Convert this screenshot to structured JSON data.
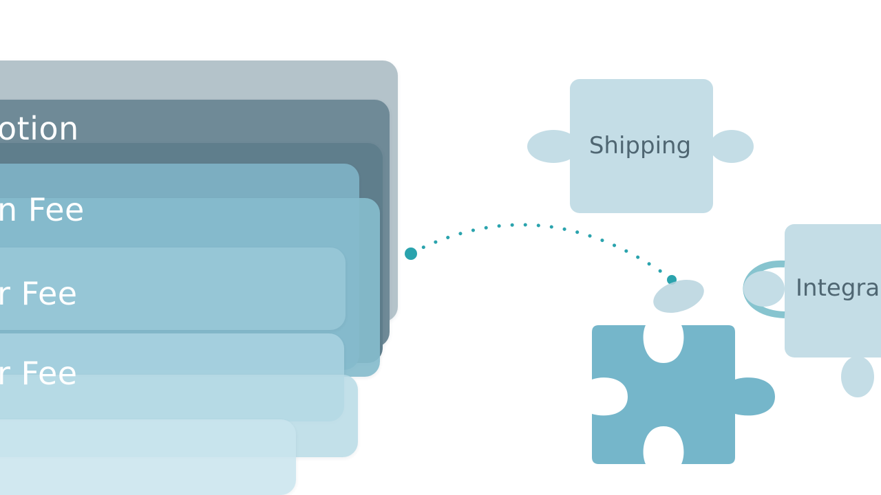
{
  "stack": {
    "labels": {
      "option": "otion",
      "fee_1": "n Fee",
      "fee_2": "r Fee",
      "fee_3": "r Fee"
    }
  },
  "puzzle": {
    "shipping_label": "Shipping",
    "integration_label": "Integra"
  },
  "colors": {
    "card_top": "#b4c3ca",
    "card_dark": "#6f8a97",
    "card_mid": "#7fb3c6",
    "card_light": "#a8d2e0",
    "connector_teal": "#2aa3ad",
    "piece_pale": "#c4dde6",
    "piece_medium": "#75b6ca"
  }
}
